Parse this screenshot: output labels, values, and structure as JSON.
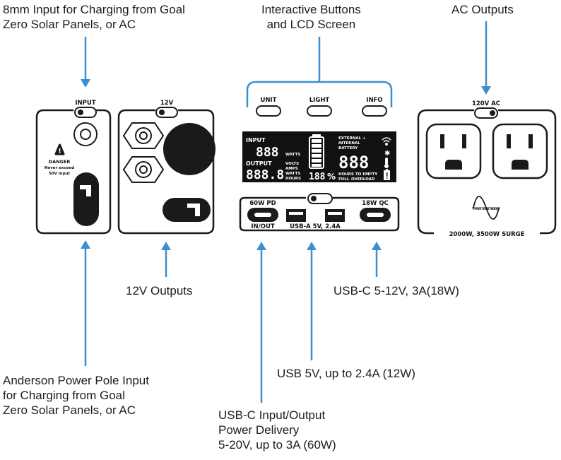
{
  "callouts": {
    "input_8mm": "8mm Input for Charging from Goal\nZero Solar Panels, or AC",
    "buttons_lcd": "Interactive Buttons\nand LCD Screen",
    "ac_outputs": "AC Outputs",
    "outputs_12v": "12V Outputs",
    "usbc_18w": "USB-C 5-12V, 3A(18W)",
    "usb_5v": "USB 5V, up to 2.4A (12W)",
    "anderson": "Anderson Power Pole Input\nfor Charging from Goal\nZero Solar Panels, or AC",
    "usbc_pd": "USB-C Input/Output\nPower Delivery\n5-20V, up to 3A (60W)"
  },
  "panel_input": {
    "title": "INPUT",
    "danger_title": "DANGER",
    "danger_line1": "Never exceed",
    "danger_line2": "50V input"
  },
  "panel_12v": {
    "title": "12V"
  },
  "buttons": {
    "unit": "UNIT",
    "light": "LIGHT",
    "info": "INFO"
  },
  "lcd": {
    "input_label": "INPUT",
    "input_digits": "888",
    "watts_label": "WATTS",
    "output_label": "OUTPUT",
    "output_digits": "888.8",
    "units_1": "VOLTS",
    "units_2": "AMPS",
    "units_3": "WATTS",
    "units_4": "HOURS",
    "percent_digits": "188",
    "percent_sign": "%",
    "ext_line1": "EXTERNAL +",
    "ext_line2": "INTERNAL",
    "ext_line3": "BATTERY",
    "right_digits": "888",
    "hours_to_empty": "HOURS TO EMPTY",
    "full": "FULL",
    "overload": "OVERLOAD"
  },
  "usb_panel": {
    "pd_label": "60W PD",
    "in_out": "IN/OUT",
    "usba_label": "USB-A 5V, 2.4A",
    "qc_label": "18W QC"
  },
  "ac_panel": {
    "title": "120V AC",
    "sine_label": "PURE SINE WAVE",
    "surge": "2000W, 3500W SURGE"
  },
  "colors": {
    "arrow": "#3b8fd0",
    "panel_stroke": "#1a1a1a",
    "lcd_bg": "#111111"
  }
}
